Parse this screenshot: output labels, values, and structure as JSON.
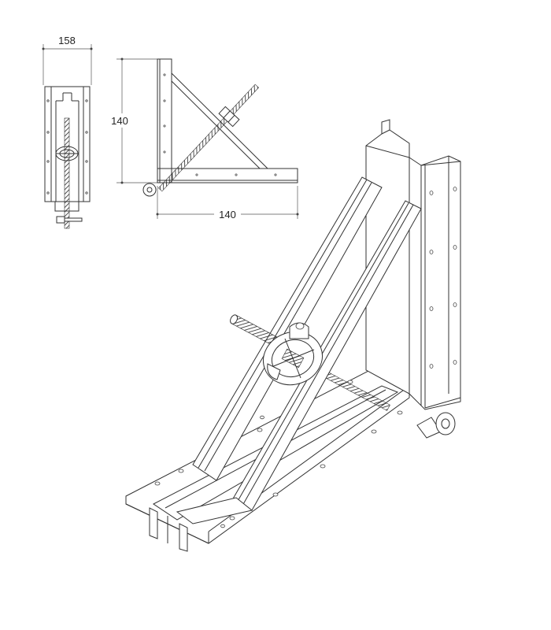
{
  "dimensions": {
    "front_width": "158",
    "side_height": "140",
    "side_width": "140"
  }
}
